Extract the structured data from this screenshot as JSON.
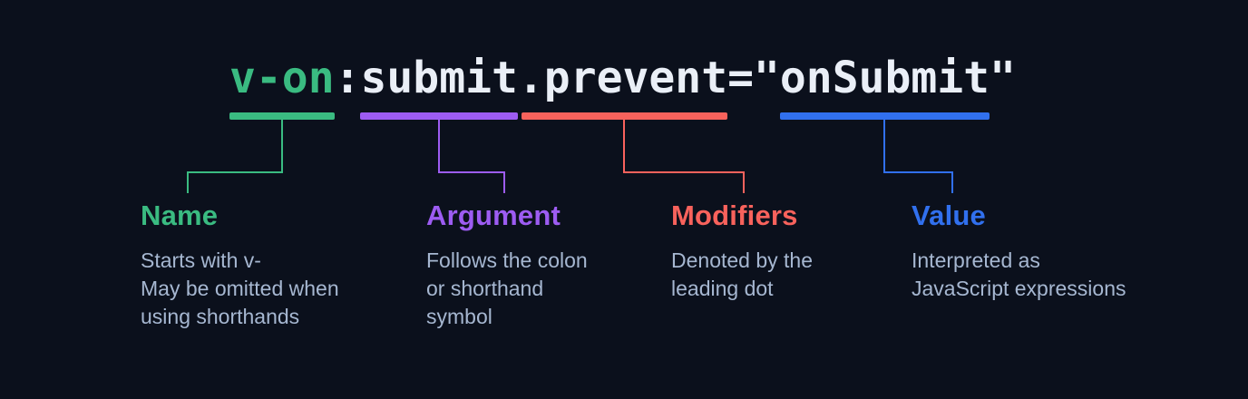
{
  "colors": {
    "background": "#0b101c",
    "code_text": "#eaeff7",
    "name_green": "#3abb81",
    "argument_purple": "#9d5cf2",
    "modifiers_red": "#f8625c",
    "value_blue": "#3170ee",
    "description_text": "#a6b7d1"
  },
  "code": {
    "full_text": "v-on:submit.prevent=\"onSubmit\"",
    "segments": [
      {
        "text": "v-on",
        "color": "#3abb81"
      },
      {
        "text": ":",
        "color": "#eaeff7"
      },
      {
        "text": "submit",
        "color": "#eaeff7"
      },
      {
        "text": ".",
        "color": "#eaeff7"
      },
      {
        "text": "prevent",
        "color": "#eaeff7"
      },
      {
        "text": "=\"",
        "color": "#eaeff7"
      },
      {
        "text": "onSubmit",
        "color": "#eaeff7"
      },
      {
        "text": "\"",
        "color": "#eaeff7"
      }
    ]
  },
  "annotations": [
    {
      "label": "Name",
      "description": "Starts with v-\nMay be omitted when\nusing shorthands"
    },
    {
      "label": "Argument",
      "description": "Follows the colon\nor shorthand\nsymbol"
    },
    {
      "label": "Modifiers",
      "description": "Denoted by the\nleading dot"
    },
    {
      "label": "Value",
      "description": "Interpreted as\nJavaScript expressions"
    }
  ]
}
